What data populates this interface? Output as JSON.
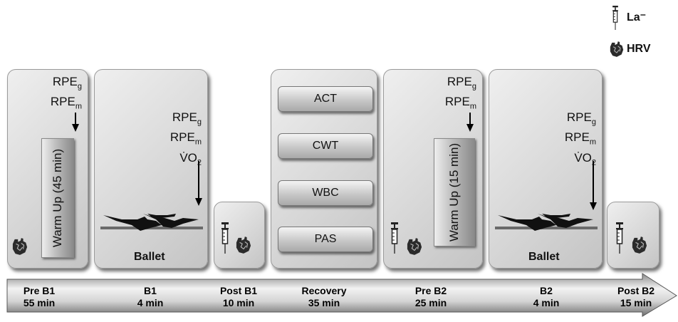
{
  "legend": {
    "lactate_label": "La⁻",
    "hrv_label": "HRV"
  },
  "panels": {
    "pre_b1": {
      "rpe_g": "RPE",
      "rpe_g_sub": "g",
      "rpe_m": "RPE",
      "rpe_m_sub": "m",
      "warmup": "Warm Up (45 min)"
    },
    "b1": {
      "rpe_g": "RPE",
      "rpe_g_sub": "g",
      "rpe_m": "RPE",
      "rpe_m_sub": "m",
      "vo2": "V̇O",
      "vo2_sub": "2",
      "label": "Ballet"
    },
    "recovery": {
      "options": [
        "ACT",
        "CWT",
        "WBC",
        "PAS"
      ]
    },
    "pre_b2": {
      "rpe_g": "RPE",
      "rpe_g_sub": "g",
      "rpe_m": "RPE",
      "rpe_m_sub": "m",
      "warmup": "Warm Up (15 min)"
    },
    "b2": {
      "rpe_g": "RPE",
      "rpe_g_sub": "g",
      "rpe_m": "RPE",
      "rpe_m_sub": "m",
      "vo2": "V̇O",
      "vo2_sub": "2",
      "label": "Ballet"
    }
  },
  "timeline": [
    {
      "name": "Pre B1",
      "duration": "55 min"
    },
    {
      "name": "B1",
      "duration": "4 min"
    },
    {
      "name": "Post B1",
      "duration": "10 min"
    },
    {
      "name": "Recovery",
      "duration": "35 min"
    },
    {
      "name": "Pre B2",
      "duration": "25 min"
    },
    {
      "name": "B2",
      "duration": "4 min"
    },
    {
      "name": "Post B2",
      "duration": "15 min"
    }
  ],
  "icons": {
    "syringe": "syringe-icon",
    "heart": "heart-icon"
  }
}
